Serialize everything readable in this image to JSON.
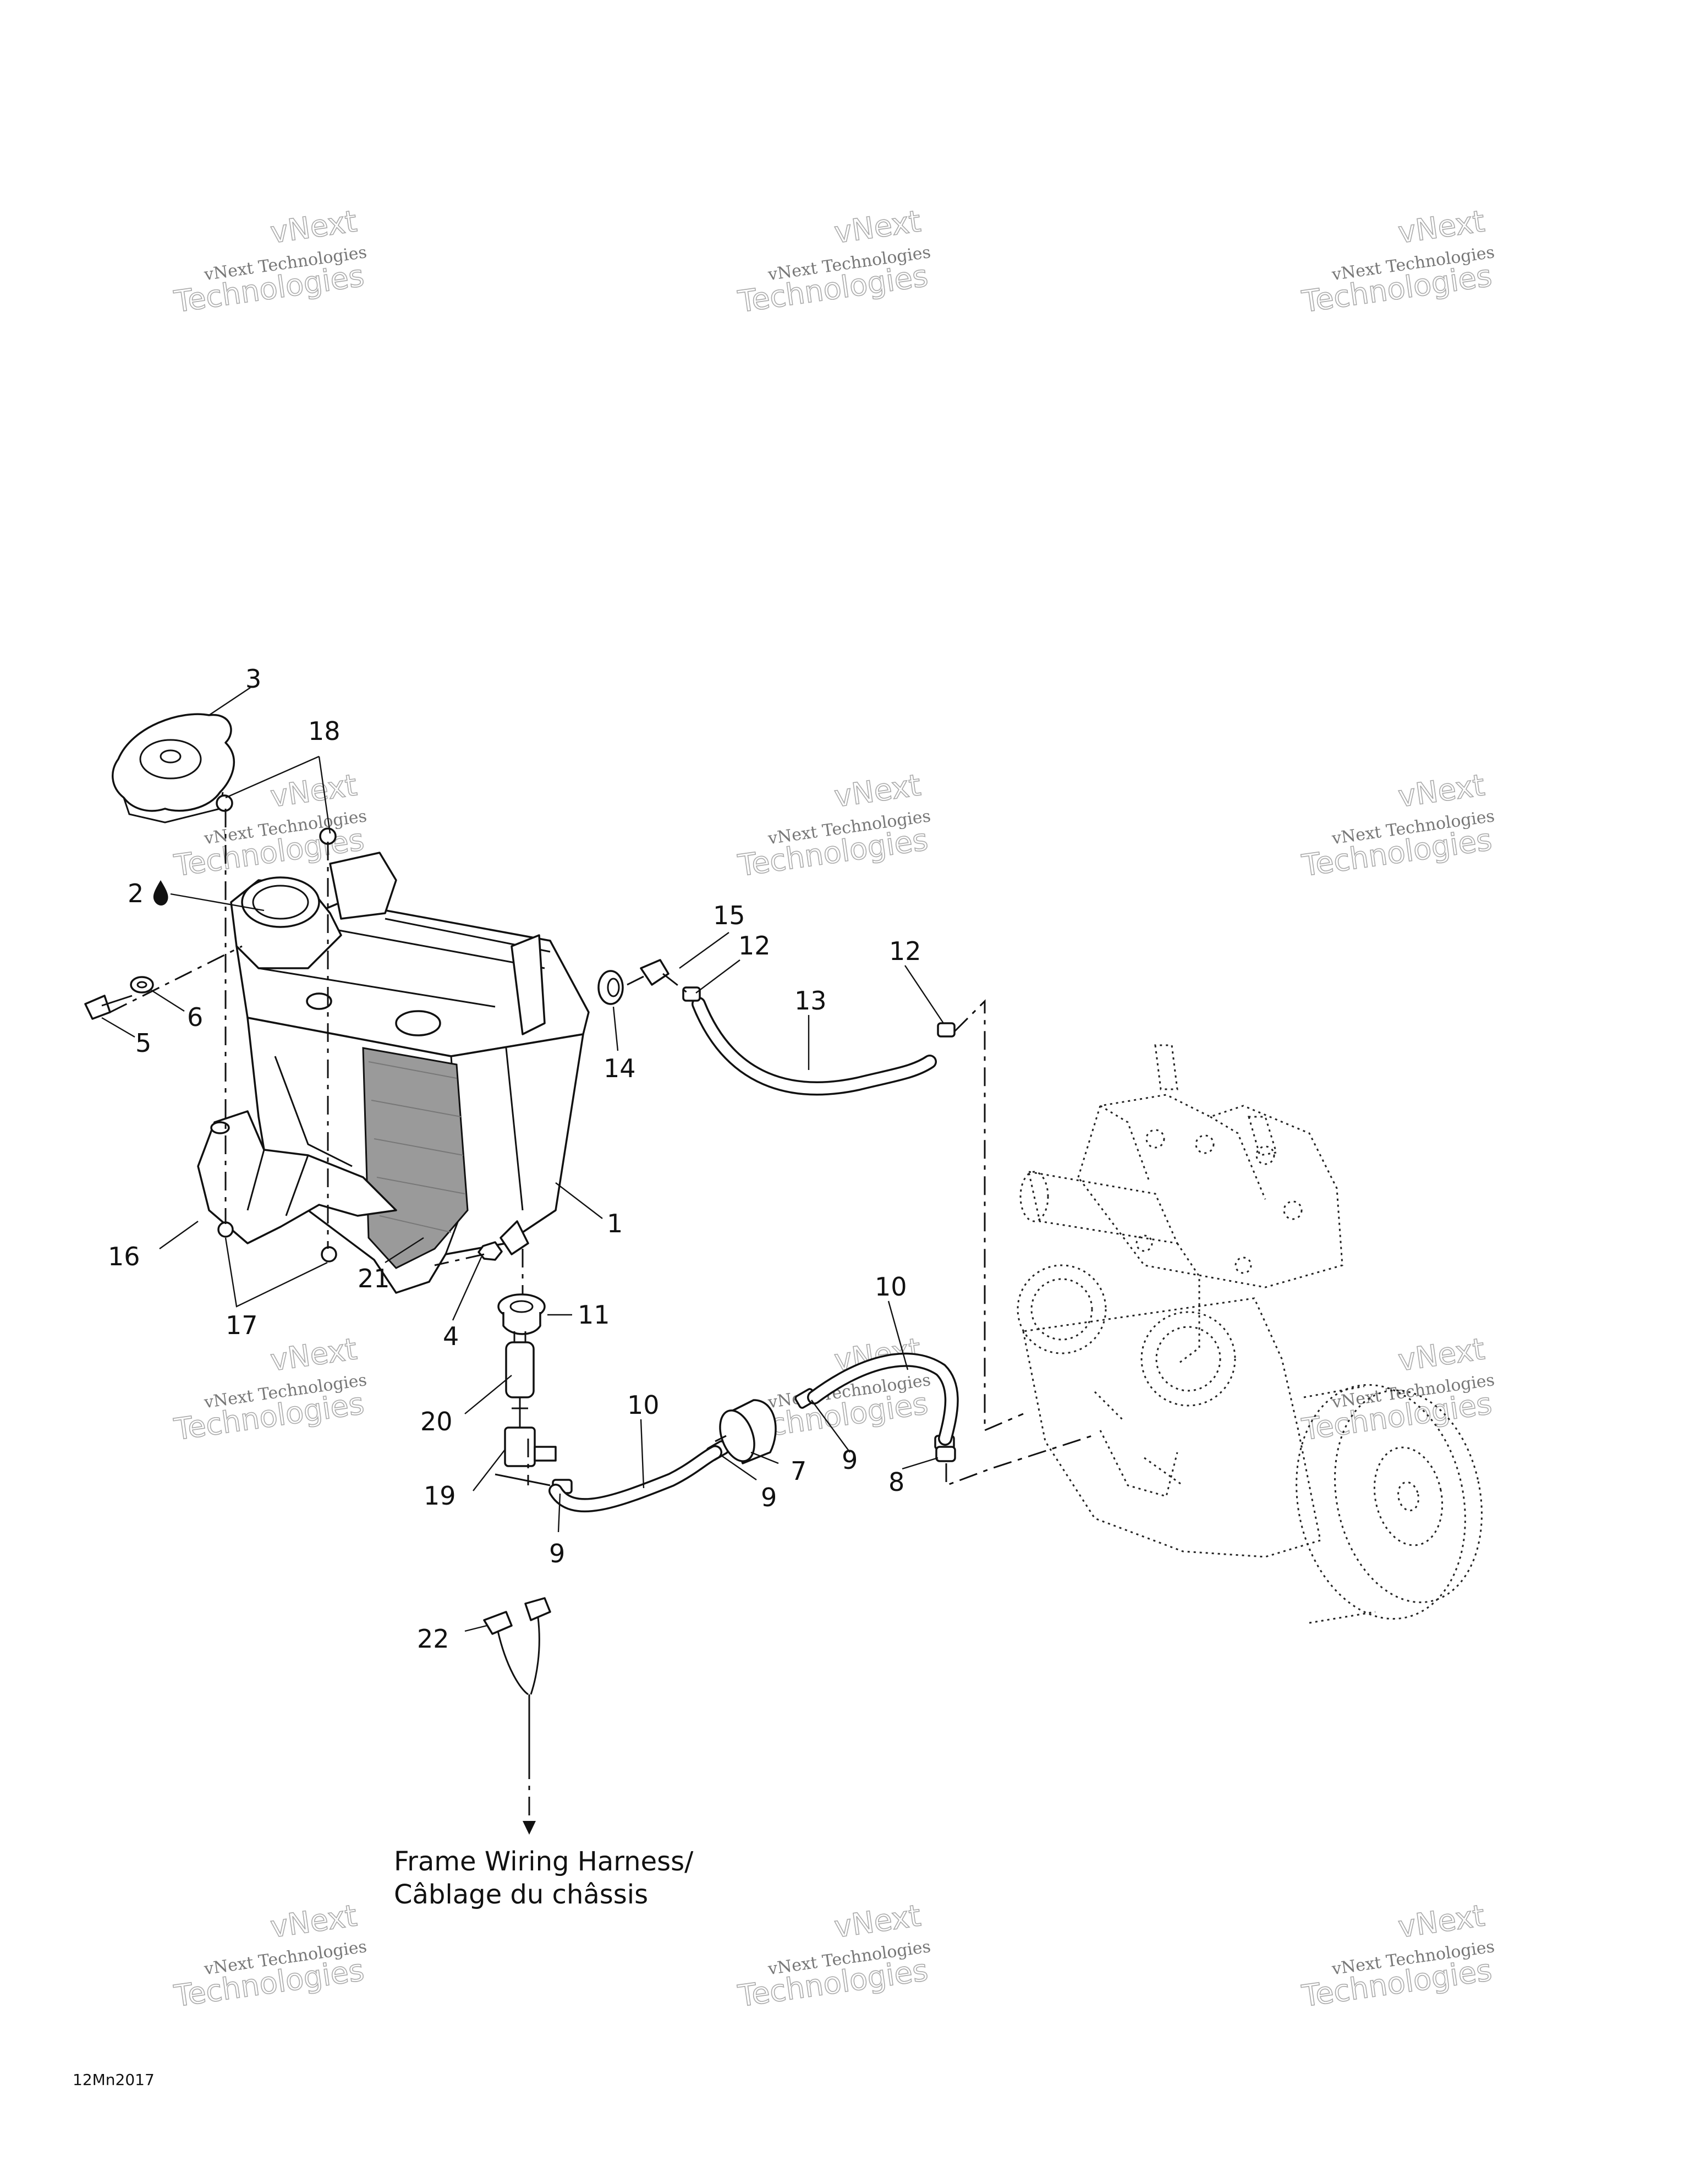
{
  "callouts": [
    {
      "id": "3",
      "label": "3"
    },
    {
      "id": "18",
      "label": "18"
    },
    {
      "id": "2",
      "label": "2"
    },
    {
      "id": "6",
      "label": "6"
    },
    {
      "id": "5",
      "label": "5"
    },
    {
      "id": "15",
      "label": "15"
    },
    {
      "id": "12a",
      "label": "12"
    },
    {
      "id": "12b",
      "label": "12"
    },
    {
      "id": "13",
      "label": "13"
    },
    {
      "id": "14",
      "label": "14"
    },
    {
      "id": "1",
      "label": "1"
    },
    {
      "id": "16",
      "label": "16"
    },
    {
      "id": "21",
      "label": "21"
    },
    {
      "id": "4",
      "label": "4"
    },
    {
      "id": "17",
      "label": "17"
    },
    {
      "id": "11",
      "label": "11"
    },
    {
      "id": "10a",
      "label": "10"
    },
    {
      "id": "10b",
      "label": "10"
    },
    {
      "id": "20",
      "label": "20"
    },
    {
      "id": "9a",
      "label": "9"
    },
    {
      "id": "9b",
      "label": "9"
    },
    {
      "id": "9c",
      "label": "9"
    },
    {
      "id": "7",
      "label": "7"
    },
    {
      "id": "8",
      "label": "8"
    },
    {
      "id": "19",
      "label": "19"
    },
    {
      "id": "22",
      "label": "22"
    }
  ],
  "caption": {
    "line1": "Frame Wiring Harness/",
    "line2": "Câblage du châssis"
  },
  "drawing_code": "12Mn2017",
  "watermark": {
    "line_top": "vNext Technologies",
    "line_big_1": "vNext",
    "line_big_2": "Technologies"
  }
}
